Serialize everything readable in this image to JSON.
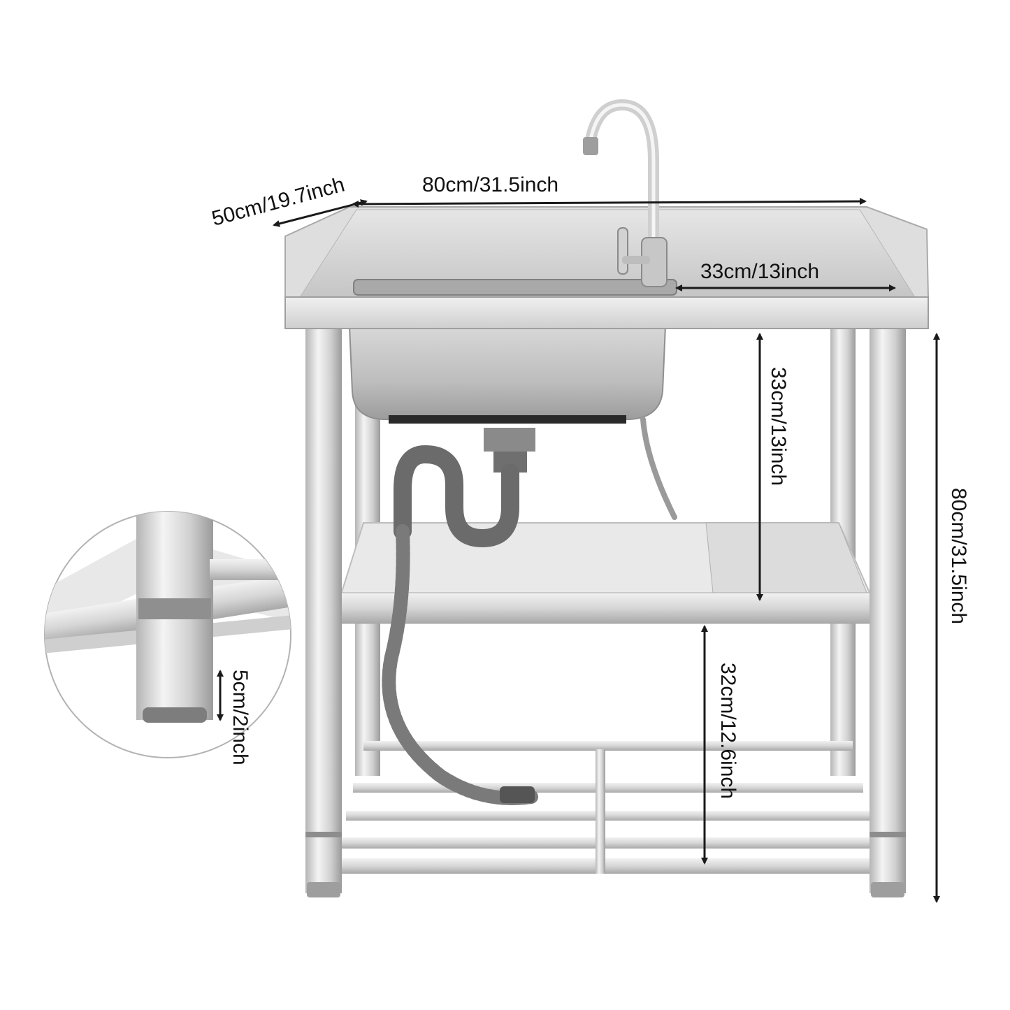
{
  "product": {
    "name": "Stainless steel single-bowl sink with faucet and two-tier shelf frame",
    "colors": {
      "steel_light": "#ececec",
      "steel_mid": "#c9c9c9",
      "steel_dark": "#8a8a8a",
      "drain_pipe": "#6b6b6b",
      "dimension_line": "#1a1a1a"
    }
  },
  "dimensions": {
    "depth": "50cm/19.7inch",
    "width": "80cm/31.5inch",
    "drainboard_width": "33cm/13inch",
    "bowl_to_shelf_height": "33cm/13inch",
    "overall_height": "80cm/31.5inch",
    "shelf_spacing": "32cm/12.6inch",
    "foot_height": "5cm/2inch"
  },
  "detail_inset": {
    "subject": "close-up of leg foot and bottom frame joint",
    "icon": "magnify-detail-icon"
  }
}
